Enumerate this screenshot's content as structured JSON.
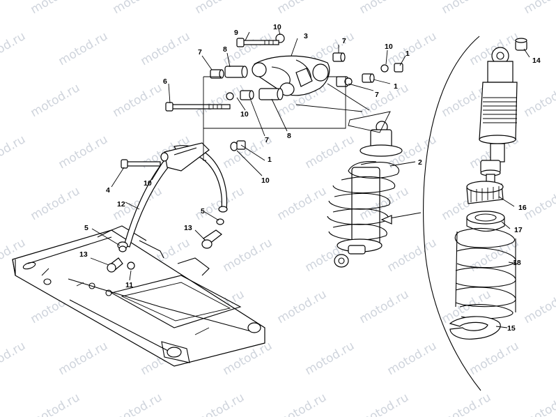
{
  "watermark": {
    "text": "motod.ru",
    "color": "#cfd4dc"
  },
  "callouts": {
    "c1a": "1",
    "c1b": "1",
    "c1c": "1",
    "c2": "2",
    "c3": "3",
    "c4": "4",
    "c5a": "5",
    "c5b": "5",
    "c6": "6",
    "c7a": "7",
    "c7b": "7",
    "c7c": "7",
    "c7d": "7",
    "c8a": "8",
    "c8b": "8",
    "c9": "9",
    "c10a": "10",
    "c10b": "10",
    "c10c": "10",
    "c10d": "10",
    "c10e": "10",
    "c11": "11",
    "c12": "12",
    "c13a": "13",
    "c13b": "13",
    "c14": "14",
    "c15": "15",
    "c16": "16",
    "c17": "17",
    "c18": "18"
  }
}
